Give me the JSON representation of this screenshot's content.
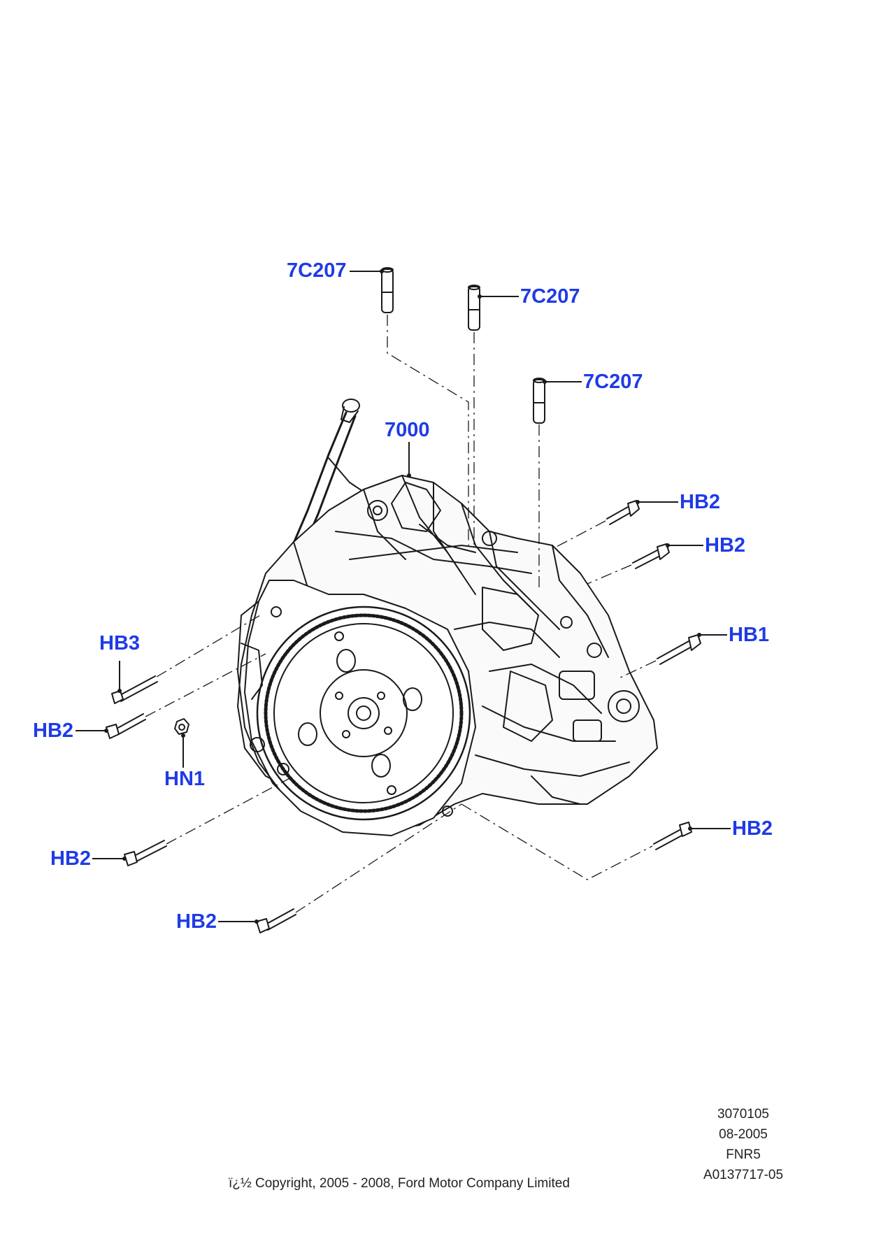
{
  "callouts": {
    "pin_a": "7C207",
    "pin_b": "7C207",
    "pin_c": "7C207",
    "transaxle": "7000",
    "hb2_top": "HB2",
    "hb2_upper": "HB2",
    "hb1": "HB1",
    "hb3": "HB3",
    "hb2_left": "HB2",
    "hn1": "HN1",
    "hb2_lower_left": "HB2",
    "hb2_right": "HB2",
    "hb2_bottom": "HB2"
  },
  "footer": {
    "code": "3070105",
    "date": "08-2005",
    "ref": "FNR5",
    "illustration_id": "A0137717-05",
    "copyright": "ï¿½ Copyright, 2005 - 2008, Ford Motor Company Limited"
  },
  "colors": {
    "callout": "#1f3be6",
    "linework": "#1a1a1a",
    "background": "#ffffff"
  }
}
